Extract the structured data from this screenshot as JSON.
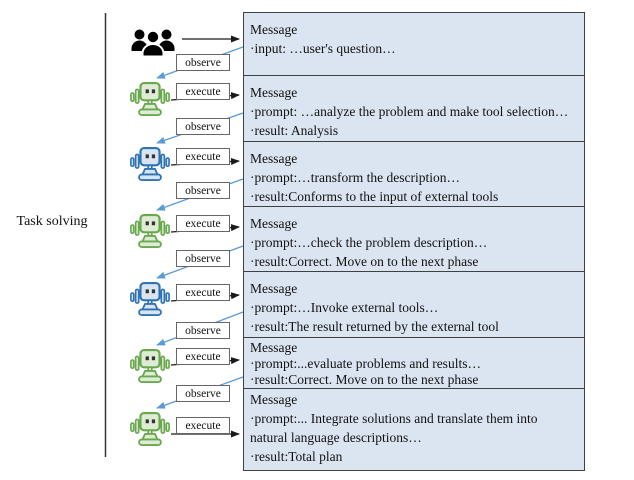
{
  "diagram": {
    "phase_label": "Task solving",
    "action_labels": {
      "observe": "observe",
      "execute": "execute"
    },
    "agents": [
      {
        "name": "user-group",
        "kind": "users"
      },
      {
        "name": "agent-1",
        "kind": "robot",
        "color": "green"
      },
      {
        "name": "agent-2",
        "kind": "robot",
        "color": "blue"
      },
      {
        "name": "agent-3",
        "kind": "robot",
        "color": "green"
      },
      {
        "name": "agent-4",
        "kind": "robot",
        "color": "blue"
      },
      {
        "name": "agent-5",
        "kind": "robot",
        "color": "green"
      },
      {
        "name": "agent-6",
        "kind": "robot",
        "color": "green"
      }
    ],
    "messages": [
      {
        "title": "Message",
        "lines": [
          "·input: …user's question…"
        ]
      },
      {
        "title": "Message",
        "lines": [
          "·prompt: …analyze the problem and make tool selection…",
          "·result: Analysis"
        ]
      },
      {
        "title": "Message",
        "lines": [
          "·prompt:…transform the description…",
          "·result:Conforms to the input of external tools"
        ]
      },
      {
        "title": "Message",
        "lines": [
          "·prompt:…check the problem description…",
          "·result:Correct. Move on to the next phase"
        ]
      },
      {
        "title": "Message",
        "lines": [
          "·prompt:…Invoke external tools…",
          "·result:The result returned by the external tool"
        ]
      },
      {
        "title": "Message",
        "lines": [
          "·prompt:...evaluate problems and results…",
          "·result:Correct. Move on to the next phase"
        ]
      },
      {
        "title": "Message",
        "lines": [
          "·prompt:... Integrate solutions and translate them into",
          "natural language descriptions…",
          "·result:Total plan"
        ]
      }
    ]
  },
  "colors": {
    "message_box_fill": "#dbe5f1",
    "message_box_border": "#404040",
    "observe_arrow_blue": "#5b9bd5",
    "execute_arrow_black": "#1a1a1a",
    "robot_green": "#6aa84f",
    "robot_blue": "#2e74b5",
    "users_icon_black": "#000000"
  }
}
